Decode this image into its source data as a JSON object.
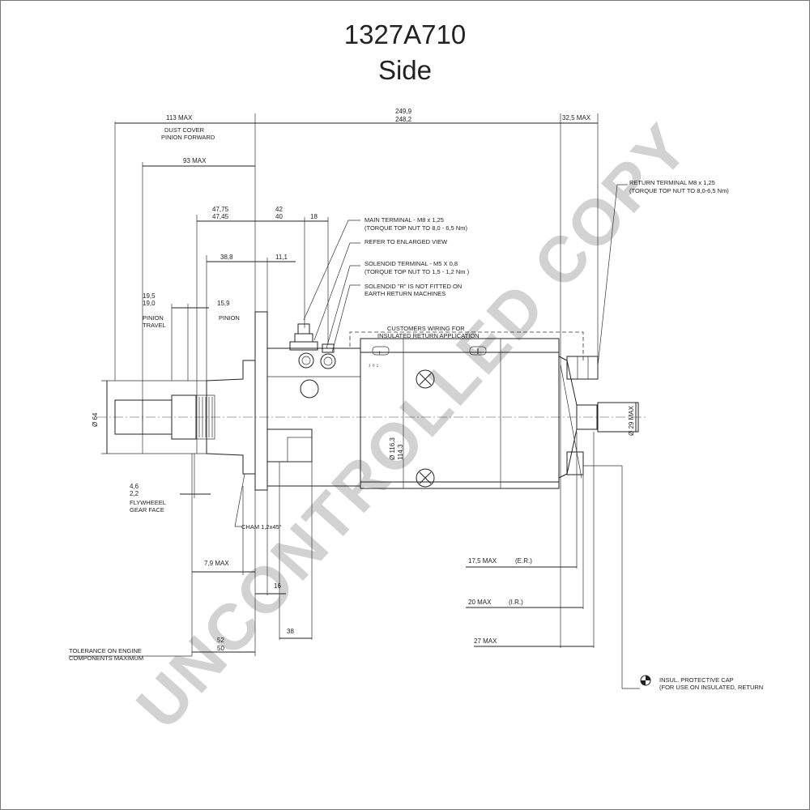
{
  "header": {
    "title": "1327A710",
    "subtitle": "Side"
  },
  "watermark": "UNCONTROLLED COPY",
  "dimensions": {
    "d113": "113 MAX",
    "dust1": "DUST COVER",
    "dust2": "PINION FORWARD",
    "d249": "249,9",
    "d248": "248,2",
    "d32": "32,5 MAX",
    "d93": "93 MAX",
    "d4775": "47,75",
    "d4745": "47,45",
    "d42": "42",
    "d40": "40",
    "d18": "18",
    "d388": "38,8",
    "d111": "11,1",
    "d195": "19,5",
    "d190": "19,0",
    "d159": "15,9",
    "pt1": "PINION",
    "pt2": "TRAVEL",
    "pin": "PINION",
    "dia64": "Ø 64",
    "dia116": "Ø 116,3",
    "dia114": "114,3",
    "dia29": "Ø 29 MAX",
    "d46": "4,6",
    "d22": "2,2",
    "fw1": "FLYWHEEEL",
    "fw2": "GEAR FACE",
    "cham": "CHAM 1,2x45°",
    "d79": "7,9 MAX",
    "d16": "16",
    "d38": "38",
    "d52": "52",
    "d50": "50",
    "tol1": "TOLERANCE ON ENGINE",
    "tol2": "COMPONENTS MAXIMUM",
    "d175": "17,5 MAX",
    "er": "(E.R.)",
    "d20": "20 MAX",
    "ir": "(I.R.)",
    "d27": "27 MAX"
  },
  "callouts": {
    "main1": "MAIN TERMINAL - M8 x 1,25",
    "main2": "(TORQUE TOP NUT TO 8,0 - 6,5 Nm)",
    "refer": "REFER TO ENLARGED VIEW",
    "sol1": "SOLENOID TERMINAL - M5 X 0,8",
    "sol2": "(TORQUE TOP NUT TO 1,5 - 1,2 Nm )",
    "solr1": "SOLENOID \"R\" IS NOT FITTED ON",
    "solr2": "EARTH RETURN MACHINES",
    "cust1": "CUSTOMERS WIRING FOR",
    "cust2": "INSULATED RETURN APPLICATION",
    "ret1": "RETURN TERMINAL M8 x 1,25",
    "ret2": "(TORQUE TOP NUT TO 8,0-6,5 Nm)",
    "cap1": "INSUL. PROTECTIVE CAP",
    "cap2": "(FOR USE ON INSULATED, RETURN"
  }
}
